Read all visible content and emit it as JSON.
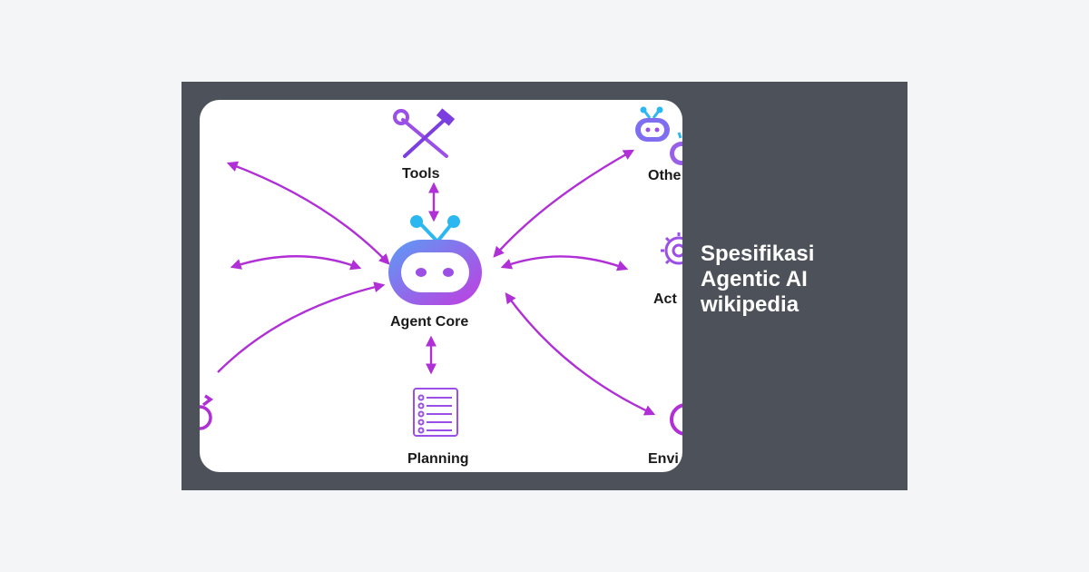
{
  "card": {
    "title_lines": [
      "Spesifikasi",
      "Agentic AI",
      "wikipedia"
    ]
  },
  "diagram": {
    "center_label": "Agent Core",
    "labels": {
      "tools": "Tools",
      "planning": "Planning",
      "other": "Othe",
      "actions": "Act",
      "environment": "Envi"
    },
    "colors": {
      "arrow": "#b02fd6",
      "accent": "#7b3fe0",
      "antenna": "#2bb7f0"
    }
  }
}
